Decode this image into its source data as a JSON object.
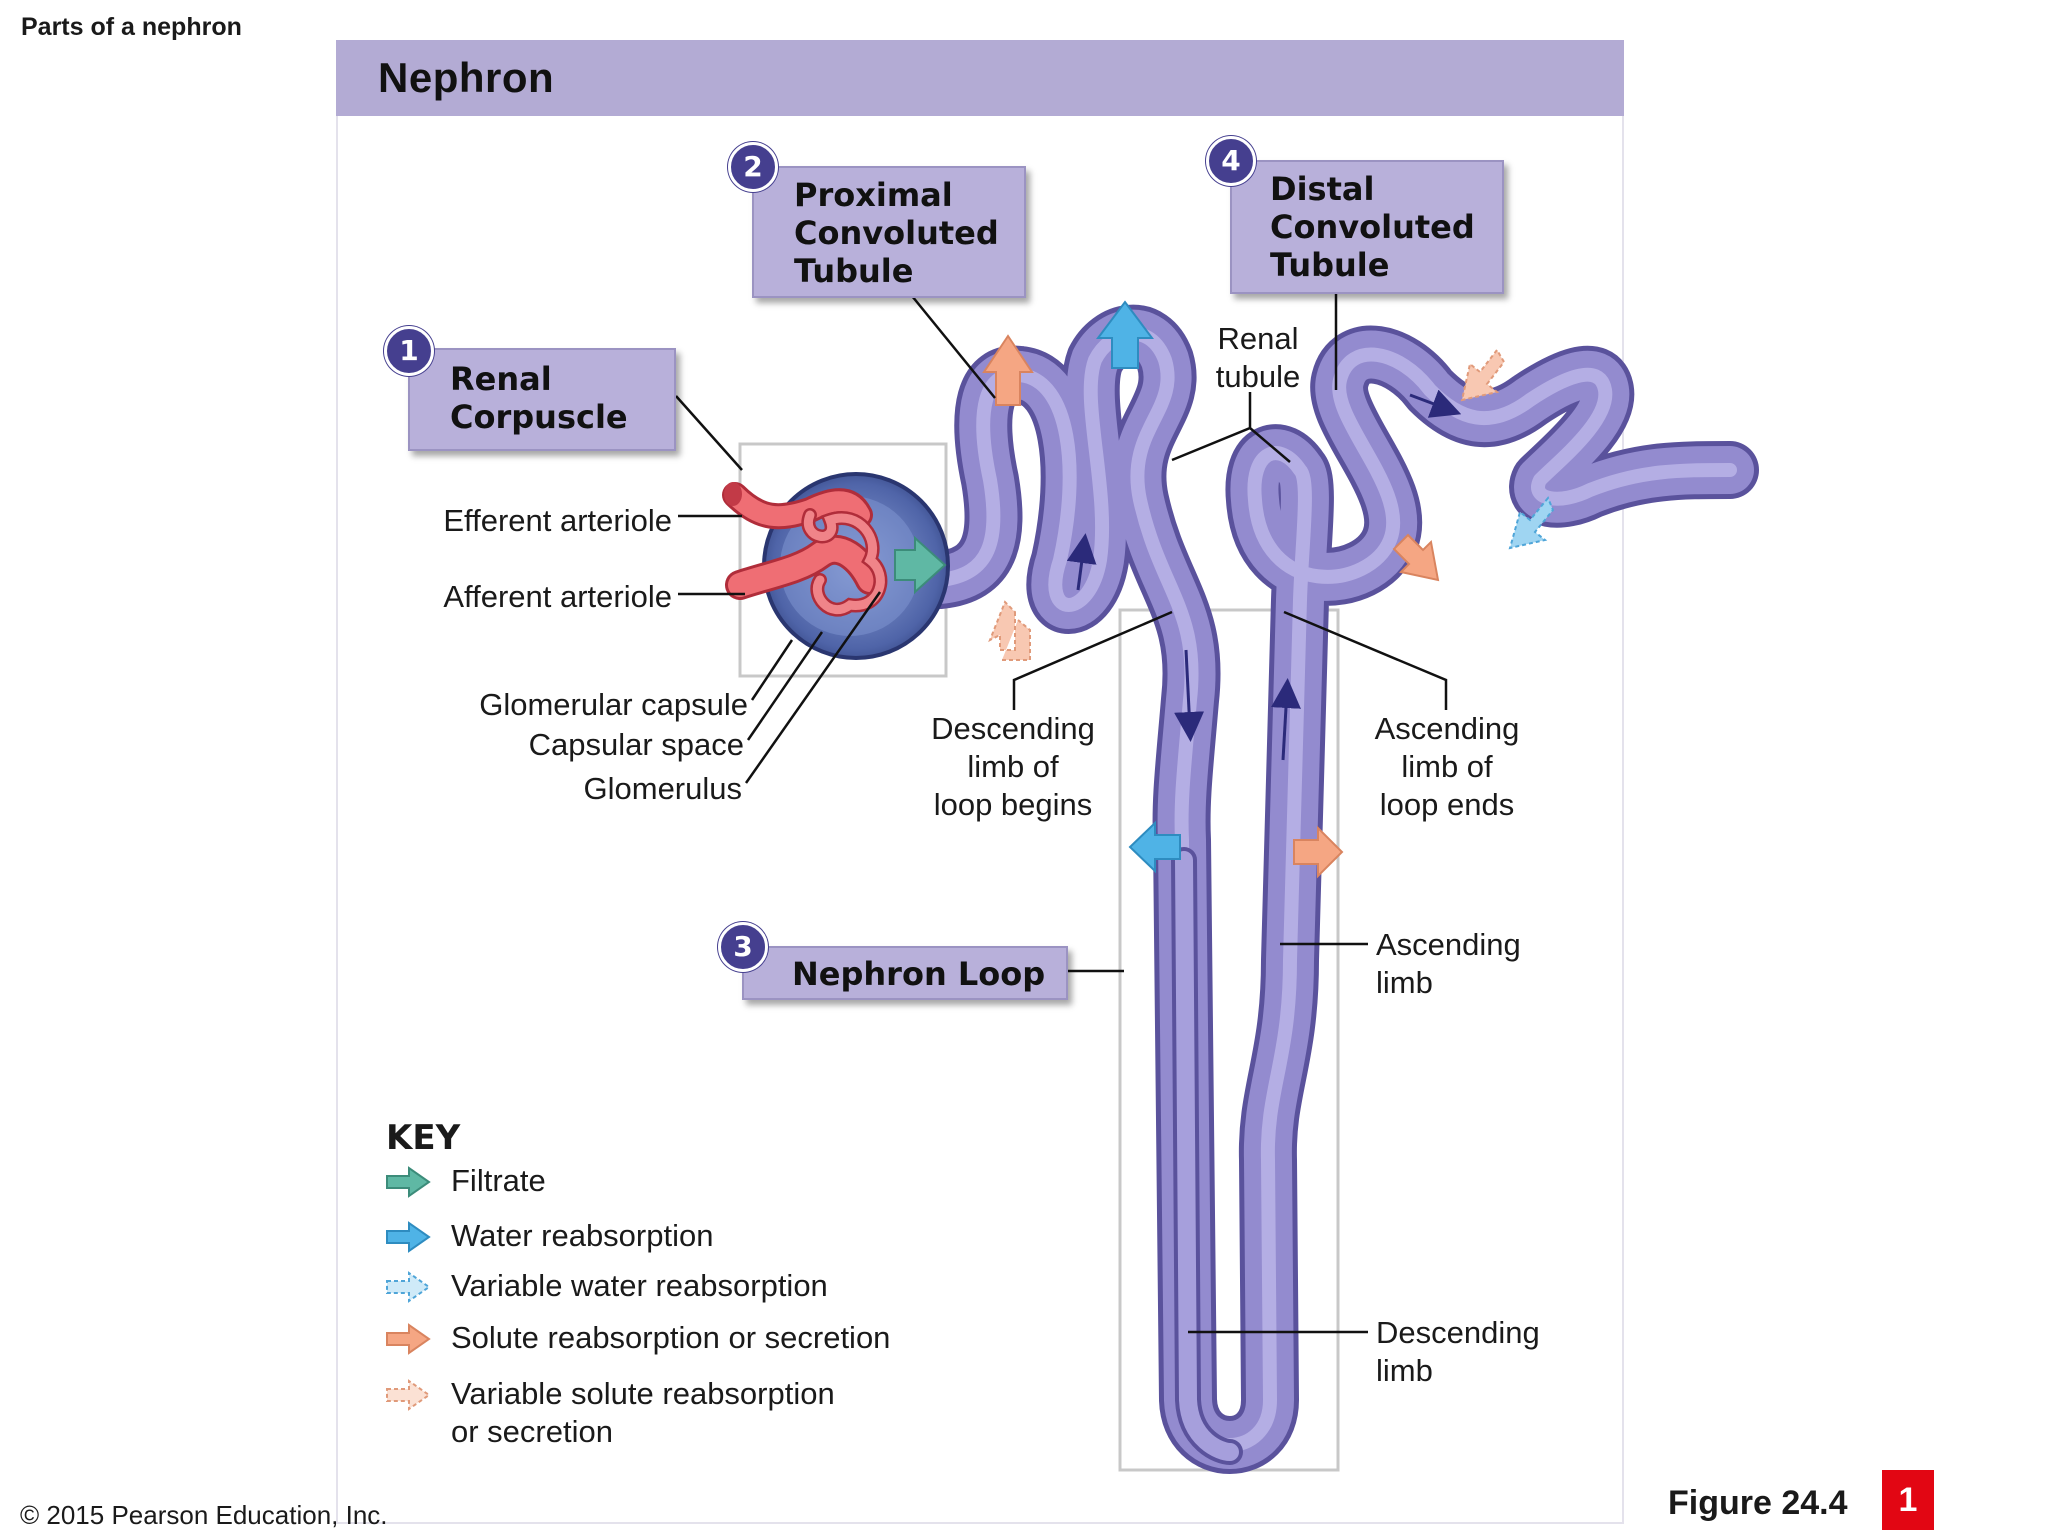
{
  "page_title": "Parts of a nephron",
  "panel_title": "Nephron",
  "parts": [
    {
      "number": "1",
      "name_lines": [
        "Renal",
        "Corpuscle"
      ]
    },
    {
      "number": "2",
      "name_lines": [
        "Proximal",
        "Convoluted",
        "Tubule"
      ]
    },
    {
      "number": "3",
      "name_lines": [
        "Nephron Loop"
      ]
    },
    {
      "number": "4",
      "name_lines": [
        "Distal",
        "Convoluted",
        "Tubule"
      ]
    }
  ],
  "labels": {
    "efferent_arteriole": "Efferent arteriole",
    "afferent_arteriole": "Afferent arteriole",
    "glomerular_capsule": "Glomerular capsule",
    "capsular_space": "Capsular space",
    "glomerulus": "Glomerulus",
    "renal_tubule": [
      "Renal",
      "tubule"
    ],
    "descending_limb_begins": [
      "Descending",
      "limb of",
      "loop begins"
    ],
    "ascending_limb_ends": [
      "Ascending",
      "limb of",
      "loop ends"
    ],
    "ascending_limb": [
      "Ascending",
      "limb"
    ],
    "descending_limb": [
      "Descending",
      "limb"
    ]
  },
  "key": {
    "title": "KEY",
    "items": [
      {
        "label": "Filtrate",
        "icon": "filtrate-arrow-icon",
        "color": "#5fb8a4"
      },
      {
        "label": "Water reabsorption",
        "icon": "water-arrow-icon",
        "color": "#4fb3e6"
      },
      {
        "label": "Variable water reabsorption",
        "icon": "variable-water-arrow-icon",
        "color": "#9fd5f2"
      },
      {
        "label": "Solute reabsorption or secretion",
        "icon": "solute-arrow-icon",
        "color": "#f5a683"
      },
      {
        "label": "Variable solute reabsorption",
        "label_line2": "or secretion",
        "icon": "variable-solute-arrow-icon",
        "color": "#f8c8b2"
      }
    ]
  },
  "colors": {
    "header": "#b3abd4",
    "tubule": "#8c84c8",
    "vessel": "#e8545d",
    "capsule": "#2f3f7a",
    "badge": "#e20613"
  },
  "copyright": "© 2015 Pearson Education, Inc.",
  "figure_label": "Figure 24.4",
  "page_number": "1"
}
